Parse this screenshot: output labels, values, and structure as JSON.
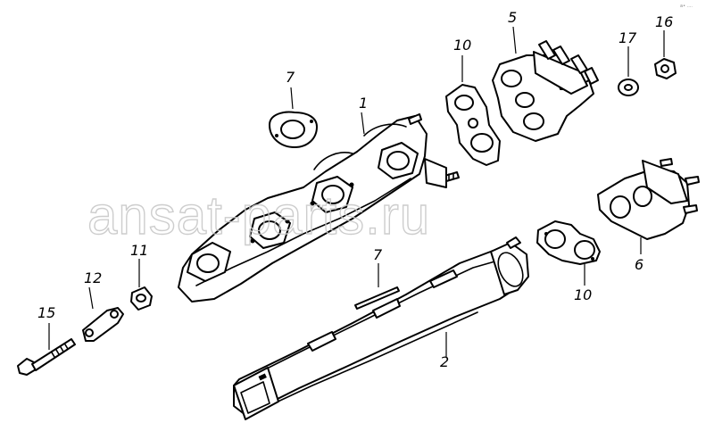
{
  "diagram": {
    "callouts": {
      "p1": "1",
      "p2": "2",
      "p5": "5",
      "p6": "6",
      "p7a": "7",
      "p7b": "7",
      "p10a": "10",
      "p10b": "10",
      "p11": "11",
      "p12": "12",
      "p15": "15",
      "p16": "16",
      "p17": "17"
    },
    "watermark": "ansat-parts.ru",
    "corner_mark": "a•  ...."
  }
}
